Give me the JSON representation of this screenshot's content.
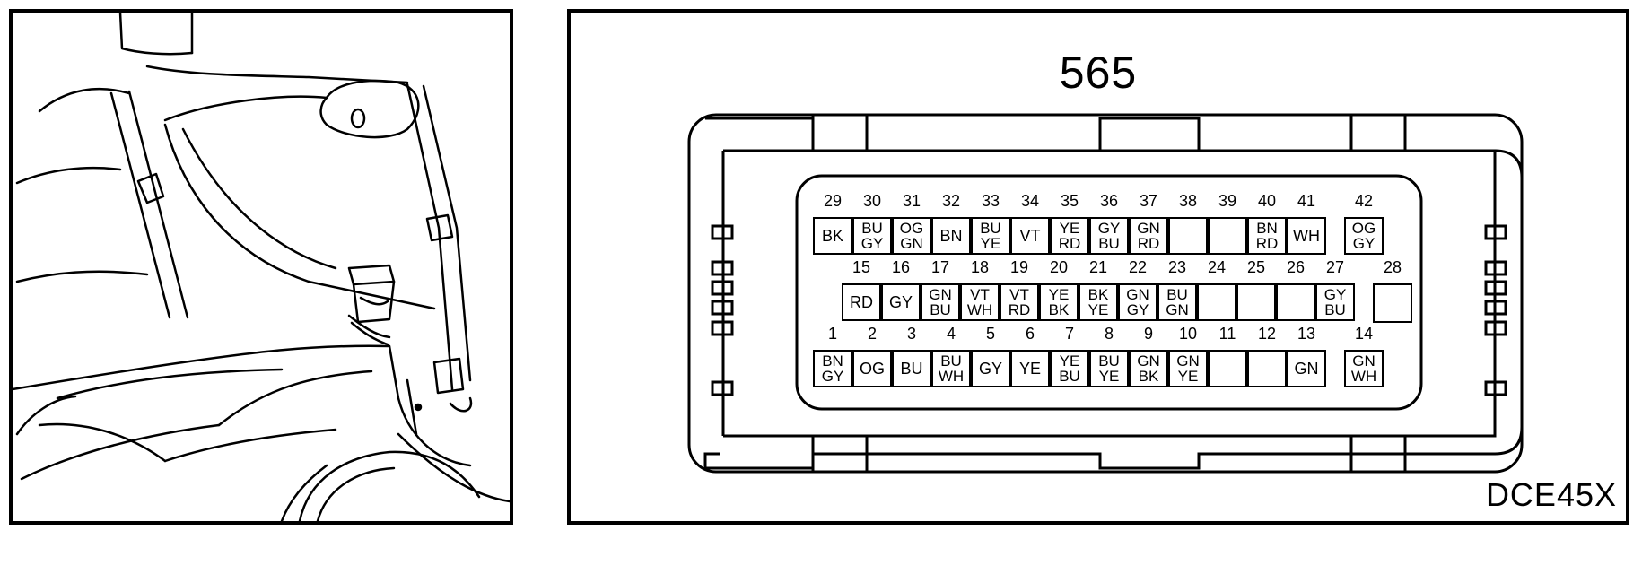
{
  "connector": {
    "number": "565",
    "diagram_code": "DCE45X",
    "rows": [
      {
        "row_name": "top",
        "pins": [
          {
            "num": "29",
            "colors": [
              "BK"
            ]
          },
          {
            "num": "30",
            "colors": [
              "BU",
              "GY"
            ]
          },
          {
            "num": "31",
            "colors": [
              "OG",
              "GN"
            ]
          },
          {
            "num": "32",
            "colors": [
              "BN"
            ]
          },
          {
            "num": "33",
            "colors": [
              "BU",
              "YE"
            ]
          },
          {
            "num": "34",
            "colors": [
              "VT"
            ]
          },
          {
            "num": "35",
            "colors": [
              "YE",
              "RD"
            ]
          },
          {
            "num": "36",
            "colors": [
              "GY",
              "BU"
            ]
          },
          {
            "num": "37",
            "colors": [
              "GN",
              "RD"
            ]
          },
          {
            "num": "38",
            "colors": []
          },
          {
            "num": "39",
            "colors": []
          },
          {
            "num": "40",
            "colors": [
              "BN",
              "RD"
            ]
          },
          {
            "num": "41",
            "colors": [
              "WH"
            ]
          },
          {
            "num": "42",
            "colors": [
              "OG",
              "GY"
            ]
          }
        ]
      },
      {
        "row_name": "middle",
        "pins": [
          {
            "num": "15",
            "colors": [
              "RD"
            ]
          },
          {
            "num": "16",
            "colors": [
              "GY"
            ]
          },
          {
            "num": "17",
            "colors": [
              "GN",
              "BU"
            ]
          },
          {
            "num": "18",
            "colors": [
              "VT",
              "WH"
            ]
          },
          {
            "num": "19",
            "colors": [
              "VT",
              "RD"
            ]
          },
          {
            "num": "20",
            "colors": [
              "YE",
              "BK"
            ]
          },
          {
            "num": "21",
            "colors": [
              "BK",
              "YE"
            ]
          },
          {
            "num": "22",
            "colors": [
              "GN",
              "GY"
            ]
          },
          {
            "num": "23",
            "colors": [
              "BU",
              "GN"
            ]
          },
          {
            "num": "24",
            "colors": []
          },
          {
            "num": "25",
            "colors": []
          },
          {
            "num": "26",
            "colors": []
          },
          {
            "num": "27",
            "colors": [
              "GY",
              "BU"
            ]
          },
          {
            "num": "28",
            "colors": []
          }
        ]
      },
      {
        "row_name": "bottom",
        "pins": [
          {
            "num": "1",
            "colors": [
              "BN",
              "GY"
            ]
          },
          {
            "num": "2",
            "colors": [
              "OG"
            ]
          },
          {
            "num": "3",
            "colors": [
              "BU"
            ]
          },
          {
            "num": "4",
            "colors": [
              "BU",
              "WH"
            ]
          },
          {
            "num": "5",
            "colors": [
              "GY"
            ]
          },
          {
            "num": "6",
            "colors": [
              "YE"
            ]
          },
          {
            "num": "7",
            "colors": [
              "YE",
              "BU"
            ]
          },
          {
            "num": "8",
            "colors": [
              "BU",
              "YE"
            ]
          },
          {
            "num": "9",
            "colors": [
              "GN",
              "BK"
            ]
          },
          {
            "num": "10",
            "colors": [
              "GN",
              "YE"
            ]
          },
          {
            "num": "11",
            "colors": []
          },
          {
            "num": "12",
            "colors": []
          },
          {
            "num": "13",
            "colors": [
              "GN"
            ]
          },
          {
            "num": "14",
            "colors": [
              "GN",
              "WH"
            ]
          }
        ]
      }
    ]
  }
}
